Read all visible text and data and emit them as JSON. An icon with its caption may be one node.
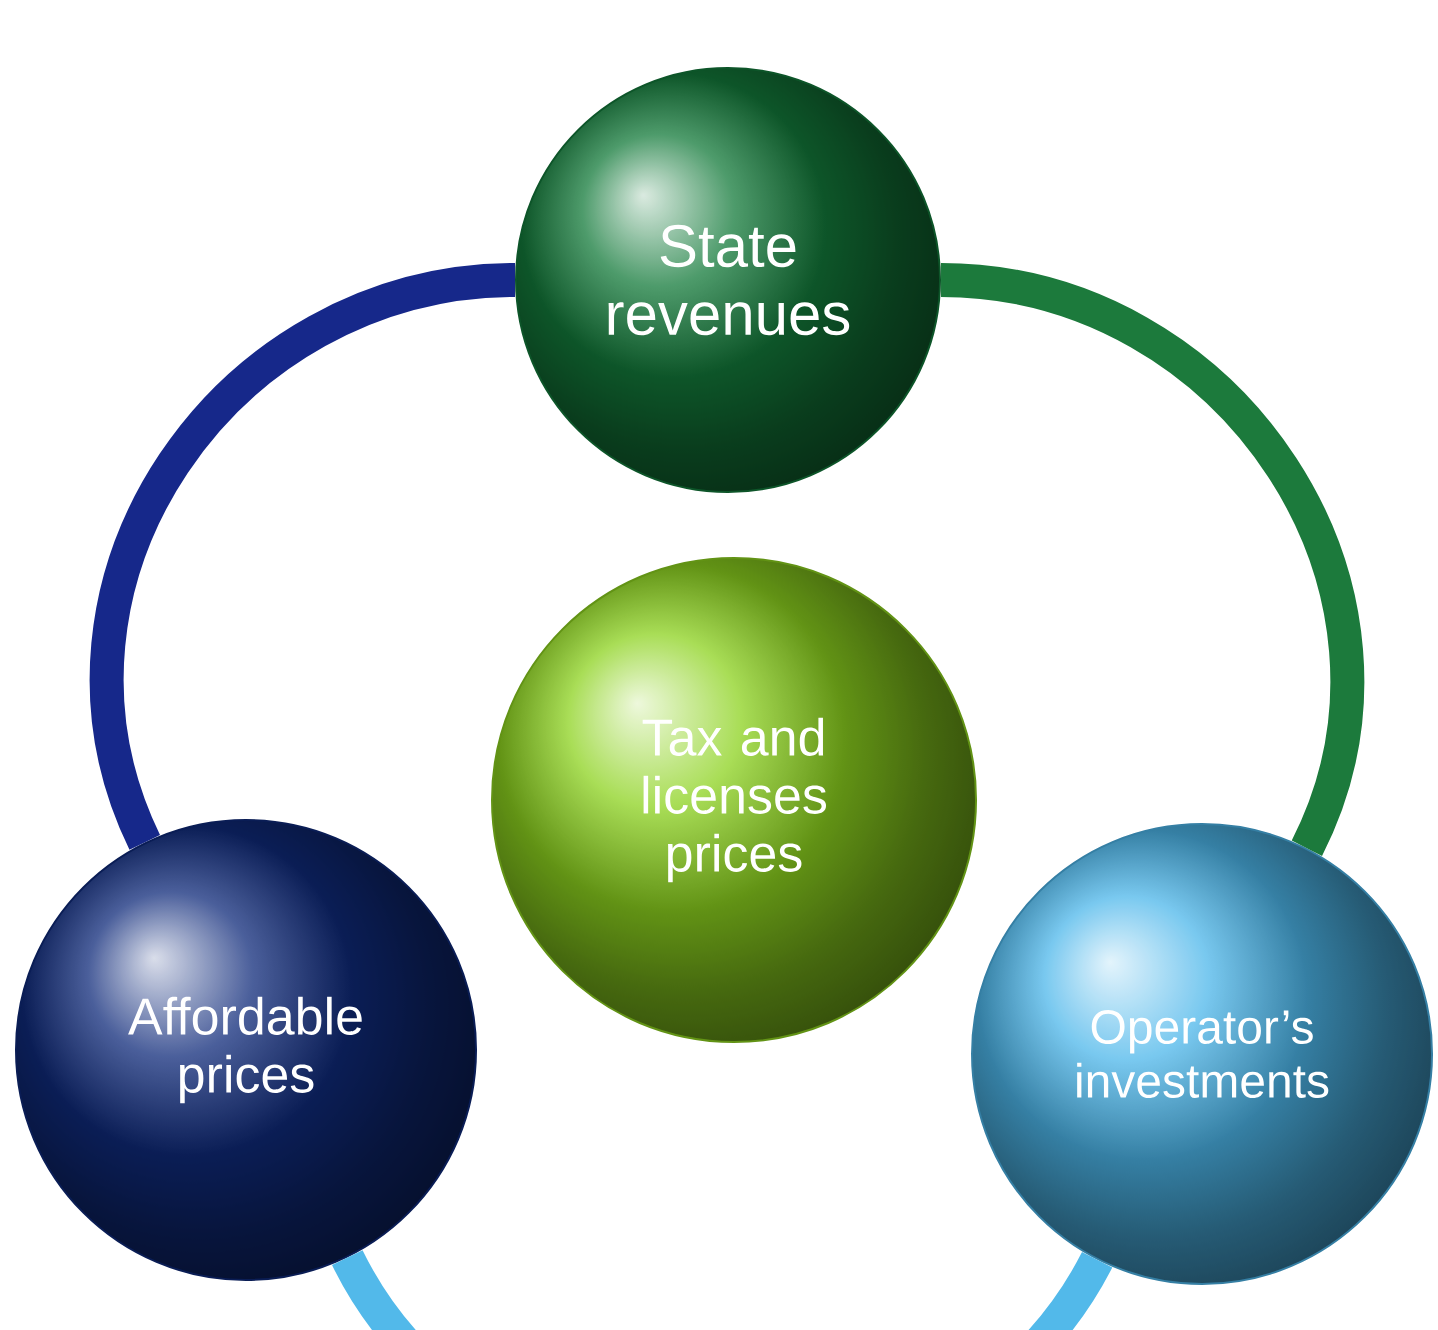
{
  "diagram": {
    "nodes": [
      {
        "text": [
          "State revenues"
        ]
      },
      {
        "text": [
          "Tax and licenses prices"
        ]
      },
      {
        "text": [
          "Affordable prices"
        ]
      },
      {
        "text": [
          "Operator’s investments"
        ]
      }
    ],
    "edges": [
      {
        "from": 0,
        "to": 3,
        "arrow": "none",
        "color": "#1c7a3c"
      },
      {
        "from": 3,
        "to": 2,
        "arrow": "none",
        "color": "#52b9ea"
      },
      {
        "from": 2,
        "to": 0,
        "arrow": "none",
        "color": "#16288a"
      }
    ]
  }
}
